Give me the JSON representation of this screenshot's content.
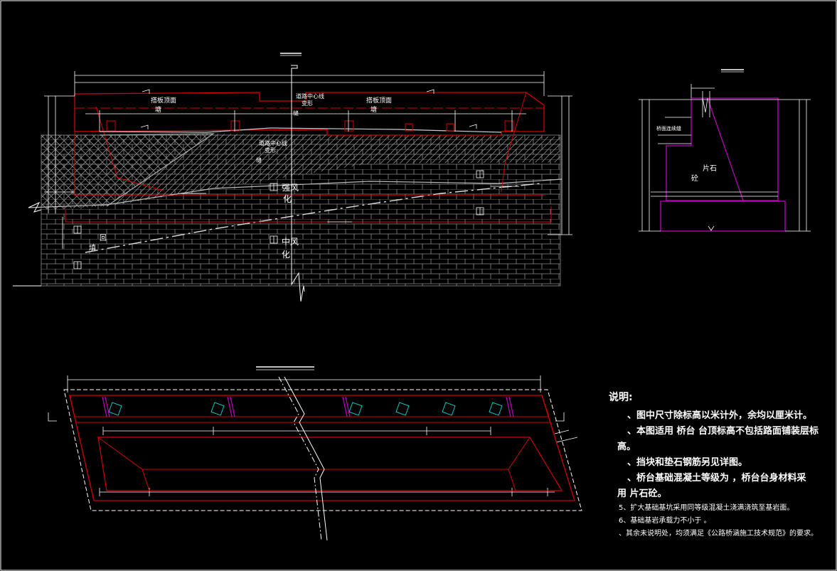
{
  "colors": {
    "background": "#000000",
    "line": "#ffffff",
    "structure": "#d40000",
    "abutment": "#c000c0",
    "marker": "#00c8c8",
    "hatch": "#8c8c8c"
  },
  "elevation": {
    "label_slab_left": "搭板顶面",
    "label_slab_left_2": "塘",
    "label_slab_right": "搭板顶面",
    "label_slab_right_2": "塘",
    "label_center_a": "道路中心线",
    "label_center_a_2": "变形",
    "label_center_a_3": "缝",
    "label_center_b": "道路中心线",
    "label_center_b_2": "变形",
    "label_center_b_3": "缝",
    "label_weathered_strong_1": "强风",
    "label_weathered_strong_2": "化",
    "label_weathered_mid_1": "中风",
    "label_weathered_mid_2": "化",
    "label_backfill_1": "回",
    "label_backfill_2": "填"
  },
  "side_view": {
    "label_joint": "桥面连续缝",
    "label_material_1": "片石",
    "label_material_2": "砼"
  },
  "notes": {
    "title": "说明:",
    "lines": [
      "、图中尺寸除标高以米计外，余均以厘米计。",
      "、本图适用   桥台 台顶标高不包括路面铺装层标",
      "高。",
      "、挡块和垫石钢筋另见详图。",
      "、桥台基础混凝土等级为      ，桥台台身材料采",
      "用      片石砼。"
    ],
    "small_lines": [
      "5、扩大基础基坑采用同等级混凝土浇满浇筑至基岩面。",
      "6、基础基岩承载力不小于                 。",
      "  、其余未说明处，均须满足《公路桥涵施工技术规范》的要求。"
    ]
  }
}
